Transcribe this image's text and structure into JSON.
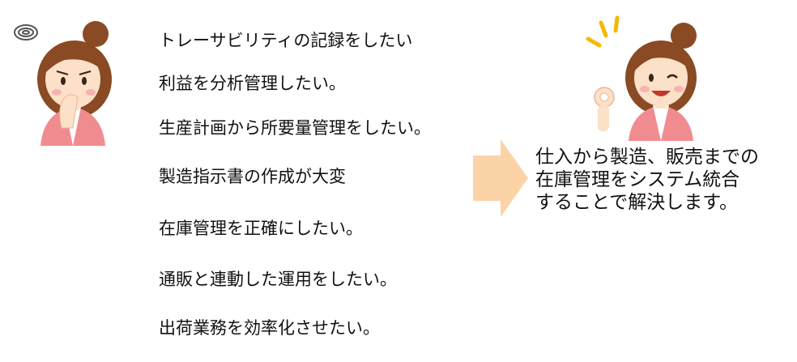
{
  "concerns": [
    "トレーサビリティの記録をしたい",
    "利益を分析管理したい。",
    "生産計画から所要量管理をしたい。",
    "製造指示書の作成が大変",
    "在庫管理を正確にしたい。",
    "通販と連動した運用をしたい。",
    "出荷業務を効率化させたい。"
  ],
  "solution": {
    "lines": [
      "仕入から製造、販売までの",
      "在庫管理をシステム統合",
      "することで解決します。"
    ]
  },
  "colors": {
    "arrow": "#fcd3a7",
    "skin": "#fde0c8",
    "hair": "#8a4a23",
    "shirt": "#f08c8f",
    "accent": "#f5b800"
  },
  "icons": {
    "left_figure": "worried-woman-icon",
    "right_figure": "ok-sign-woman-icon",
    "arrow": "right-arrow-icon"
  }
}
